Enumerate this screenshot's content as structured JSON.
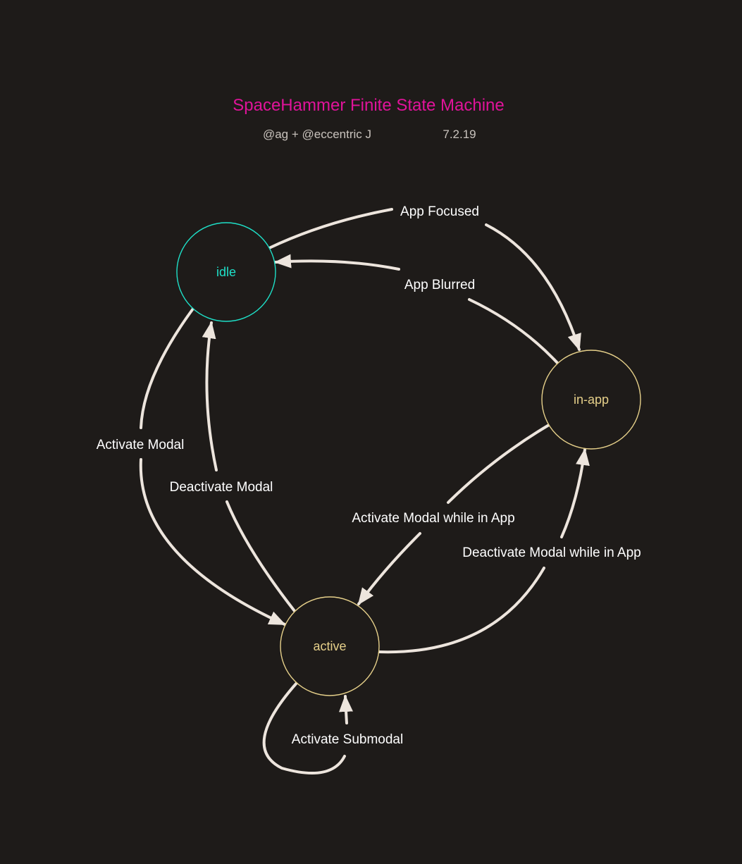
{
  "colors": {
    "background": "#1e1b19",
    "title": "#e0139a",
    "subtitle": "#c9c3bd",
    "edge": "#ede5dd",
    "edge_label": "#ffffff",
    "idle": "#1ee0c8",
    "in_app": "#e6d08a",
    "active": "#e6d08a"
  },
  "header": {
    "title": "SpaceHammer Finite State Machine",
    "authors": "@ag + @eccentric J",
    "date": "7.2.19"
  },
  "states": {
    "idle": "idle",
    "in_app": "in-app",
    "active": "active"
  },
  "transitions": {
    "app_focused": "App Focused",
    "app_blurred": "App Blurred",
    "activate_modal": "Activate Modal",
    "deactivate_modal": "Deactivate Modal",
    "activate_modal_in_app": "Activate Modal while in App",
    "deactivate_modal_in_app": "Deactivate Modal while in App",
    "activate_submodal": "Activate Submodal"
  }
}
